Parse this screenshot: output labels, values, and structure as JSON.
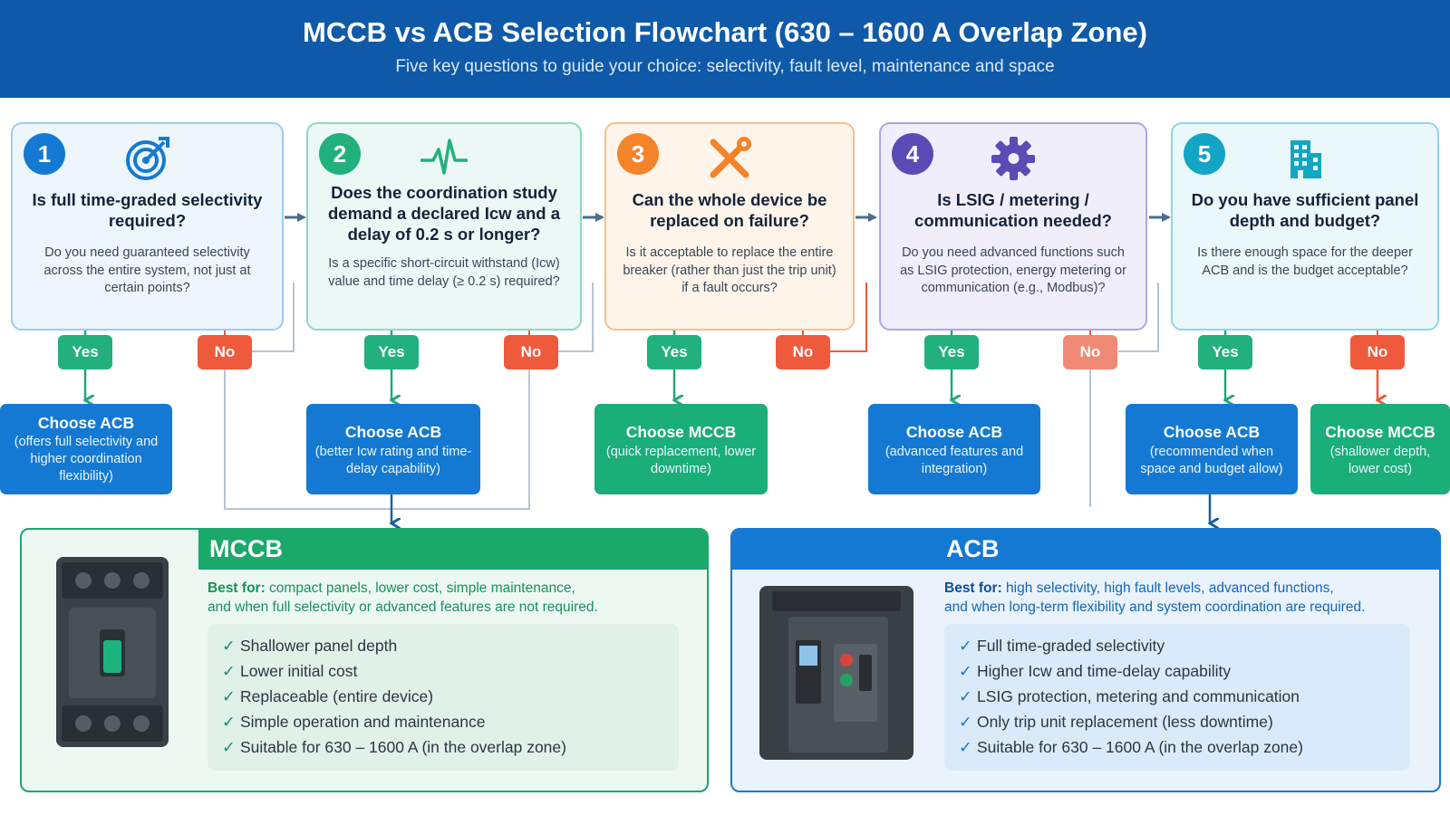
{
  "header": {
    "title": "MCCB vs ACB Selection Flowchart (630 – 1600 A Overlap Zone)",
    "subtitle": "Five key questions to guide your choice: selectivity, fault level, maintenance and space"
  },
  "questions": [
    {
      "number": "1",
      "icon": "target-icon",
      "title": "Is full time-graded selectivity required?",
      "description": "Do you need guaranteed selectivity across the entire system, not just at certain points?",
      "color": "#1479d2"
    },
    {
      "number": "2",
      "icon": "pulse-icon",
      "title": "Does the coordination study demand a declared Icw and a delay of 0.2 s or longer?",
      "description": "Is a specific short-circuit withstand (Icw) value and time delay (≥ 0.2 s) required?",
      "color": "#22b07d"
    },
    {
      "number": "3",
      "icon": "tools-icon",
      "title": "Can the whole device be replaced on failure?",
      "description": "Is it acceptable to replace the entire breaker (rather than just the trip unit) if a fault occurs?",
      "color": "#f4832a"
    },
    {
      "number": "4",
      "icon": "gear-icon",
      "title": "Is LSIG / metering / communication needed?",
      "description": "Do you need advanced functions such as LSIG protection, energy metering or communication (e.g., Modbus)?",
      "color": "#5b4bb5"
    },
    {
      "number": "5",
      "icon": "building-icon",
      "title": "Do you have sufficient panel depth and budget?",
      "description": "Is there enough space for the deeper ACB and is the budget acceptable?",
      "color": "#13a5c6"
    }
  ],
  "labels": {
    "yes": "Yes",
    "no": "No"
  },
  "results": [
    {
      "title": "Choose ACB",
      "description": "(offers full selectivity and higher coordination flexibility)"
    },
    {
      "title": "Choose ACB",
      "description": "(better Icw rating and time-delay capability)"
    },
    {
      "title": "Choose MCCB",
      "description": "(quick replacement, lower downtime)"
    },
    {
      "title": "Choose ACB",
      "description": "(advanced features and integration)"
    },
    {
      "title": "Choose ACB",
      "description": "(recommended when space and budget allow)"
    },
    {
      "title": "Choose MCCB",
      "description": "(shallower depth, lower cost)"
    }
  ],
  "mccb_panel": {
    "name": "MCCB",
    "best_label": "Best for:",
    "best_line1": "compact panels, lower cost, simple maintenance,",
    "best_line2": "and when full selectivity or advanced features are not required.",
    "features": [
      "Shallower panel depth",
      "Lower initial cost",
      "Replaceable (entire device)",
      "Simple operation and maintenance",
      "Suitable for 630 – 1600 A (in the overlap zone)"
    ],
    "color": "#1aa86b"
  },
  "acb_panel": {
    "name": "ACB",
    "best_label": "Best for:",
    "best_line1": "high selectivity, high fault levels, advanced functions,",
    "best_line2": "and when long-term flexibility and system coordination are required.",
    "features": [
      "Full time-graded selectivity",
      "Higher Icw and time-delay capability",
      "LSIG protection, metering and communication",
      "Only trip unit replacement (less downtime)",
      "Suitable for 630 – 1600 A (in the overlap zone)"
    ],
    "color": "#1479d2"
  }
}
